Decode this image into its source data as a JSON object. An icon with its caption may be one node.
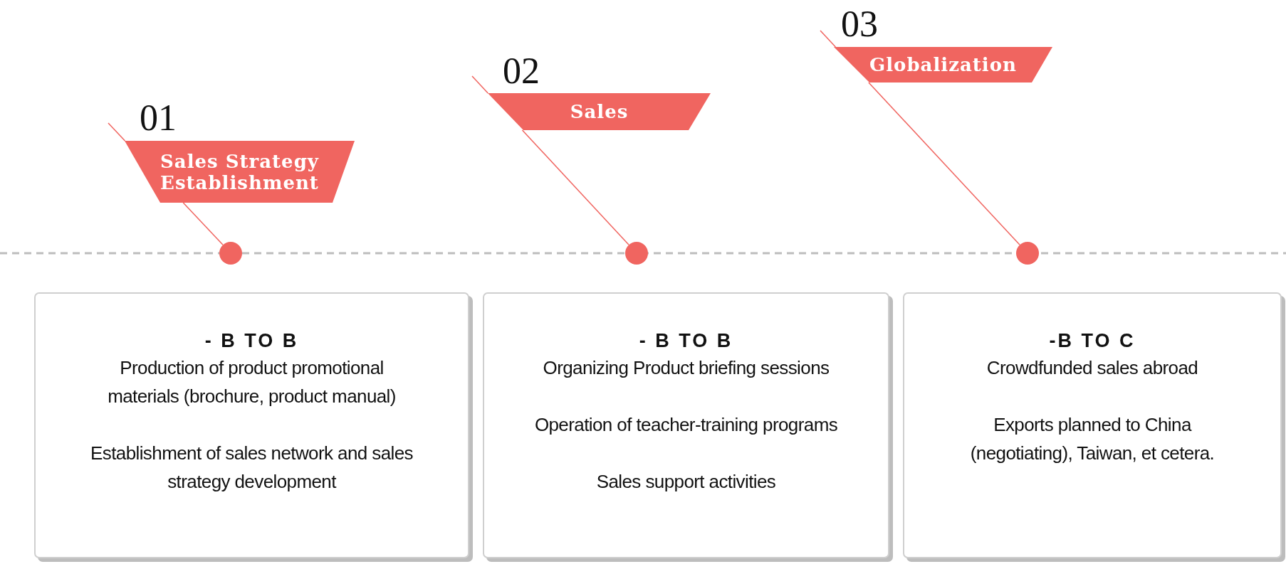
{
  "diagram": {
    "nodes": [
      {
        "text": [
          "01",
          "Sales Strategy Establishment"
        ]
      },
      {
        "text": [
          "02",
          "Sales"
        ]
      },
      {
        "text": [
          "03",
          "Globalization"
        ]
      },
      {
        "text": [],
        "shape": "circle"
      },
      {
        "text": [],
        "shape": "circle"
      },
      {
        "text": [],
        "shape": "circle"
      },
      {
        "text": [
          "- B TO B",
          "Production of product promotional materials (brochure, product manual)",
          "Establishment of sales network and sales strategy development"
        ]
      },
      {
        "text": [
          "- B TO B",
          "Organizing Product briefing sessions",
          "Operation of teacher-training programs",
          "Sales support activities"
        ]
      },
      {
        "text": [
          "-B TO C",
          "Crowdfunded sales abroad",
          "Exports planned to China (negotiating), Taiwan, et cetera."
        ]
      }
    ],
    "edges": [
      {
        "from": 0,
        "to": 3,
        "arrow": "none"
      },
      {
        "from": 1,
        "to": 4,
        "arrow": "none"
      },
      {
        "from": 2,
        "to": 5,
        "arrow": "none"
      },
      {
        "from": null,
        "to": 0,
        "arrow": "none"
      },
      {
        "from": null,
        "to": 1,
        "arrow": "none"
      },
      {
        "from": null,
        "to": 2,
        "arrow": "none"
      }
    ]
  }
}
